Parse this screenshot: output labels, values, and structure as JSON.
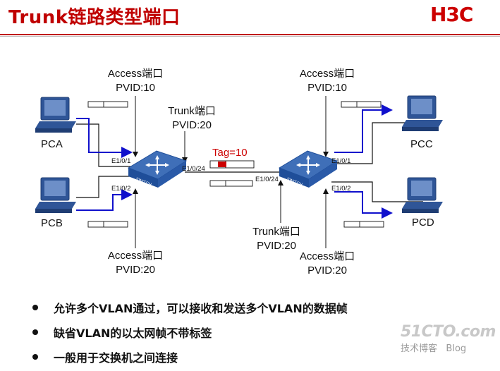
{
  "title": "Trunk链路类型端口",
  "logo": "H3C",
  "labels": {
    "access_top_left": [
      "Access端口",
      "PVID:10"
    ],
    "trunk_left": [
      "Trunk端口",
      "PVID:20"
    ],
    "access_bottom_left": [
      "Access端口",
      "PVID:20"
    ],
    "access_top_right": [
      "Access端口",
      "PVID:10"
    ],
    "trunk_right": [
      "Trunk端口",
      "PVID:20"
    ],
    "access_bottom_right": [
      "Access端口",
      "PVID:20"
    ]
  },
  "tag_label": "Tag=10",
  "pcs": [
    "PCA",
    "PCB",
    "PCC",
    "PCD"
  ],
  "ports": {
    "sw1_e1": "E1/0/1",
    "sw1_e2": "E1/0/2",
    "sw1_e24": "E1/0/24",
    "sw2_e24": "E1/0/24",
    "sw2_e1": "E1/0/1",
    "sw2_e2": "E1/0/2"
  },
  "switch_label": "SWITCH",
  "bullets": [
    "允许多个VLAN通过，可以接收和发送多个VLAN的数据帧",
    "缺省VLAN的以太网帧不带标签",
    "一般用于交换机之间连接"
  ],
  "watermark": {
    "main": "51CTO.com",
    "sub": "技术博客",
    "blog": "Blog"
  },
  "colors": {
    "title": "#c00000",
    "arrow": "#1010cc",
    "tag": "#cc0000",
    "switch": "#1f4e99"
  }
}
